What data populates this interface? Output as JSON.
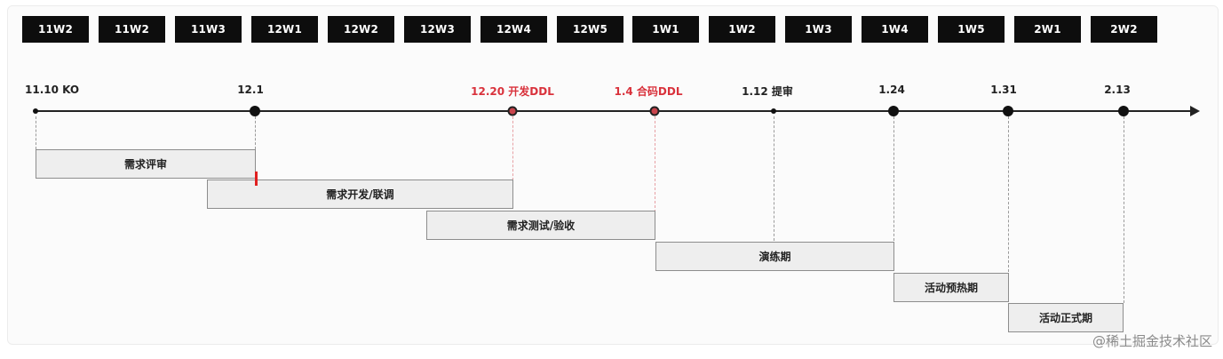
{
  "weeks": [
    "11W2",
    "11W2",
    "11W3",
    "12W1",
    "12W2",
    "12W3",
    "12W4",
    "12W5",
    "1W1",
    "1W2",
    "1W3",
    "1W4",
    "1W5",
    "2W1",
    "2W2"
  ],
  "milestones": [
    {
      "label": "11.10 KO",
      "style": "small"
    },
    {
      "label": "12.1",
      "style": "big"
    },
    {
      "label": "12.20 开发DDL",
      "style": "red"
    },
    {
      "label": "1.4 合码DDL",
      "style": "red"
    },
    {
      "label": "1.12 提审",
      "style": "small"
    },
    {
      "label": "1.24",
      "style": "big"
    },
    {
      "label": "1.31",
      "style": "big"
    },
    {
      "label": "2.13",
      "style": "big"
    }
  ],
  "tasks": [
    {
      "label": "需求评审"
    },
    {
      "label": "需求开发/联调"
    },
    {
      "label": "需求测试/验收"
    },
    {
      "label": "演练期"
    },
    {
      "label": "活动预热期"
    },
    {
      "label": "活动正式期"
    }
  ],
  "watermark": "@稀土掘金技术社区",
  "colors": {
    "header_bg": "#0d0d0d",
    "deadline_red": "#d9323c",
    "task_bg": "#eeeeee"
  }
}
